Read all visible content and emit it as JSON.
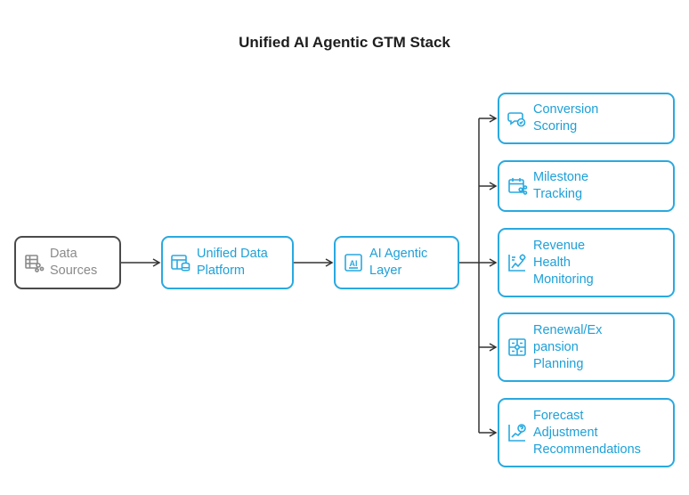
{
  "title": "Unified AI Agentic GTM Stack",
  "colors": {
    "accent": "#29a9e0",
    "accent_text": "#1ea0d8",
    "muted_border": "#4a4a4a",
    "muted_text": "#8a8a8a",
    "connector": "#333333"
  },
  "pipeline": [
    {
      "id": "data-sources",
      "lines": [
        "Data",
        "Sources"
      ],
      "icon": "database-table-icon",
      "style": "muted"
    },
    {
      "id": "unified-data-platform",
      "lines": [
        "Unified Data",
        "Platform"
      ],
      "icon": "data-platform-icon",
      "style": "accent"
    },
    {
      "id": "ai-agentic-layer",
      "lines": [
        "AI Agentic",
        "Layer"
      ],
      "icon": "ai-chip-icon",
      "style": "accent"
    }
  ],
  "outputs": [
    {
      "id": "conversion-scoring",
      "lines": [
        "Conversion",
        "Scoring"
      ],
      "icon": "chat-check-icon"
    },
    {
      "id": "milestone-tracking",
      "lines": [
        "Milestone",
        "Tracking"
      ],
      "icon": "calendar-network-icon"
    },
    {
      "id": "revenue-health-monitoring",
      "lines": [
        "Revenue",
        "Health",
        "Monitoring"
      ],
      "icon": "trend-chart-icon"
    },
    {
      "id": "renewal-expansion-planning",
      "lines": [
        "Renewal/Ex",
        "pansion",
        "Planning"
      ],
      "icon": "workflow-grid-icon"
    },
    {
      "id": "forecast-adjustment-recommendations",
      "lines": [
        "Forecast",
        "Adjustment",
        "Recommendations"
      ],
      "icon": "forecast-chart-icon"
    }
  ]
}
